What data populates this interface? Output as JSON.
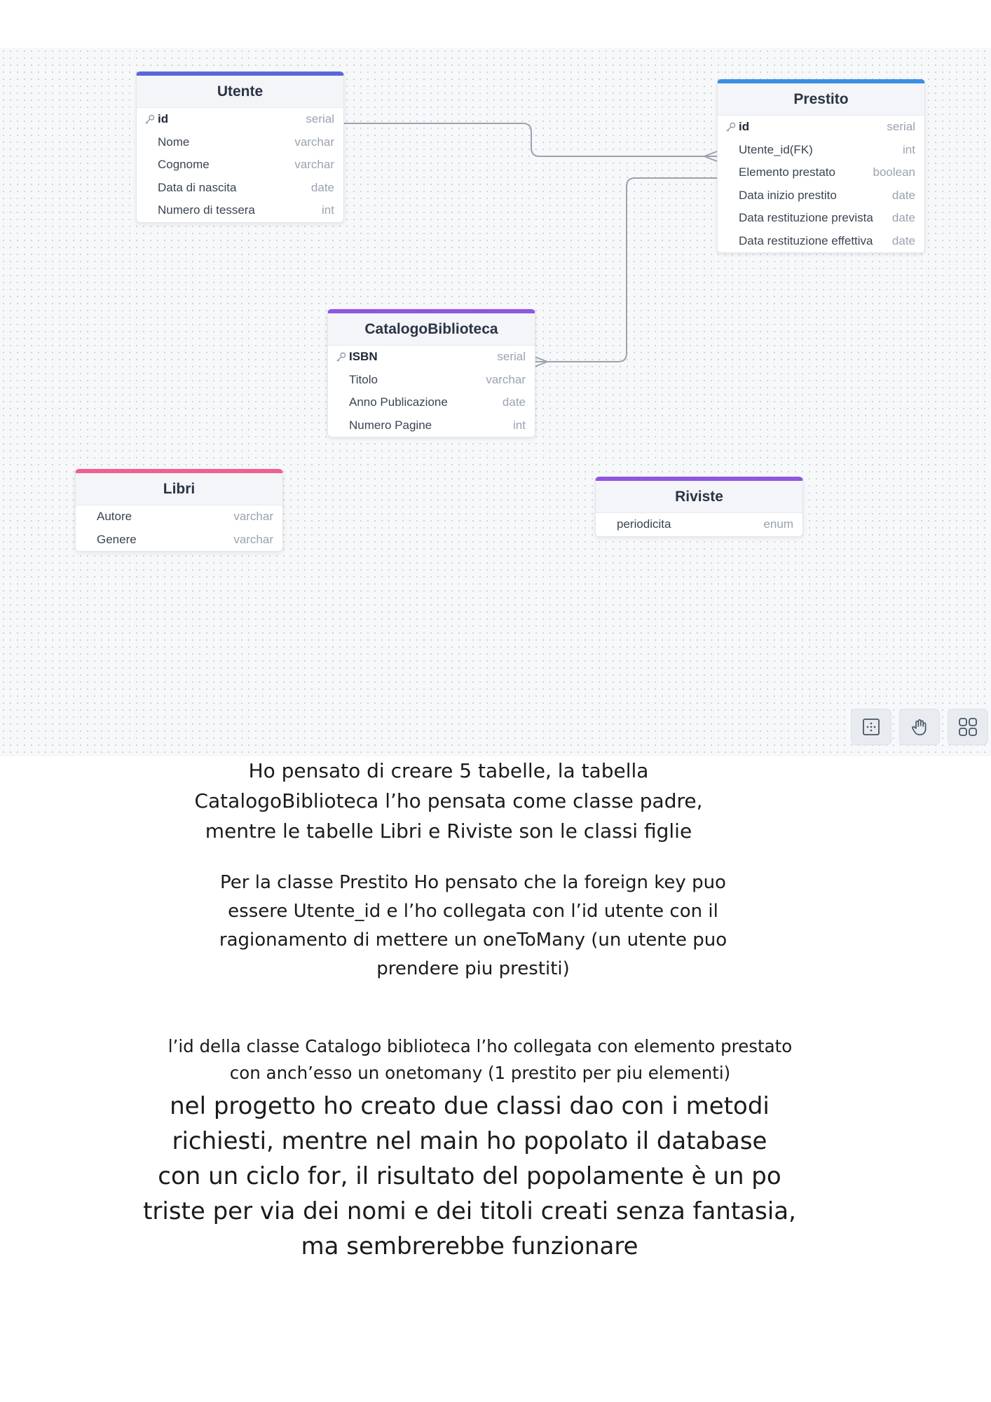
{
  "tables": [
    {
      "name": "Utente",
      "accent": "#5a67d8",
      "fields": [
        {
          "name": "id",
          "type": "serial",
          "pk": true
        },
        {
          "name": "Nome",
          "type": "varchar"
        },
        {
          "name": "Cognome",
          "type": "varchar"
        },
        {
          "name": "Data di nascita",
          "type": "date"
        },
        {
          "name": "Numero di tessera",
          "type": "int"
        }
      ]
    },
    {
      "name": "Prestito",
      "accent": "#3b8fe3",
      "fields": [
        {
          "name": "id",
          "type": "serial",
          "pk": true
        },
        {
          "name": "Utente_id(FK)",
          "type": "int"
        },
        {
          "name": "Elemento prestato",
          "type": "boolean"
        },
        {
          "name": "Data inizio prestito",
          "type": "date"
        },
        {
          "name": "Data restituzione prevista",
          "type": "date"
        },
        {
          "name": "Data restituzione effettiva",
          "type": "date"
        }
      ]
    },
    {
      "name": "CatalogoBiblioteca",
      "accent": "#8e56e3",
      "fields": [
        {
          "name": "ISBN",
          "type": "serial",
          "pk": true
        },
        {
          "name": "Titolo",
          "type": "varchar"
        },
        {
          "name": "Anno Publicazione",
          "type": "date"
        },
        {
          "name": "Numero Pagine",
          "type": "int"
        }
      ]
    },
    {
      "name": "Libri",
      "accent": "#ef5f8f",
      "fields": [
        {
          "name": "Autore",
          "type": "varchar"
        },
        {
          "name": "Genere",
          "type": "varchar"
        }
      ]
    },
    {
      "name": "Riviste",
      "accent": "#8e56e3",
      "fields": [
        {
          "name": "periodicita",
          "type": "enum"
        }
      ]
    }
  ],
  "relations": [
    {
      "from": "Utente.id",
      "to": "Prestito.Utente_id(FK)",
      "cardinality": "one-to-many"
    },
    {
      "from": "Prestito.Elemento prestato",
      "to": "CatalogoBiblioteca.ISBN",
      "cardinality": "many"
    }
  ],
  "toolbar": [
    {
      "icon": "fit-view-icon"
    },
    {
      "icon": "hand-pan-icon"
    },
    {
      "icon": "grid-view-icon"
    }
  ],
  "notes": {
    "paragraph1": "Ho pensato di creare 5 tabelle, la tabella\nCatalogoBiblioteca l’ho pensata come classe padre,\nmentre le tabelle Libri e Riviste son le classi figlie",
    "paragraph2": "Per la classe Prestito Ho pensato che la foreign key puo\nessere Utente_id e l’ho collegata con l’id utente con il\nragionamento di mettere un oneToMany (un utente puo\nprendere piu prestiti)",
    "paragraph3": "l’id della classe Catalogo biblioteca l’ho collegata con elemento prestato\ncon anch’esso un onetomany (1 prestito per piu elementi)",
    "paragraph4": "nel progetto ho creato due classi dao con i metodi\nrichiesti, mentre nel main ho popolato il database\ncon un ciclo for, il risultato del popolamente è un po\ntriste per via dei nomi e dei titoli creati senza fantasia,\nma sembrerebbe funzionare"
  }
}
